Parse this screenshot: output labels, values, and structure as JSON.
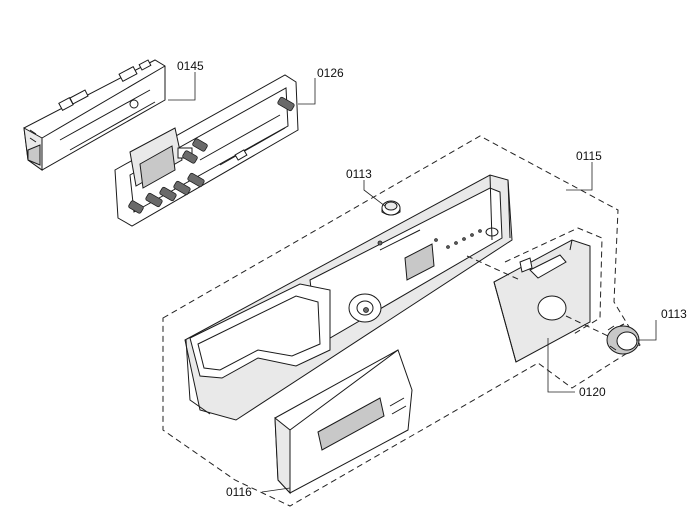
{
  "diagram": {
    "colors": {
      "line": "#1a1a1a",
      "panel_fill": "#e9e9e9",
      "dark_fill": "#c8c8c8",
      "background": "#ffffff"
    },
    "parts": [
      {
        "id": "p0145",
        "number": "0145"
      },
      {
        "id": "p0126",
        "number": "0126"
      },
      {
        "id": "p0113a",
        "number": "0113"
      },
      {
        "id": "p0115",
        "number": "0115"
      },
      {
        "id": "p0113b",
        "number": "0113"
      },
      {
        "id": "p0120",
        "number": "0120"
      },
      {
        "id": "p0116",
        "number": "0116"
      }
    ]
  }
}
